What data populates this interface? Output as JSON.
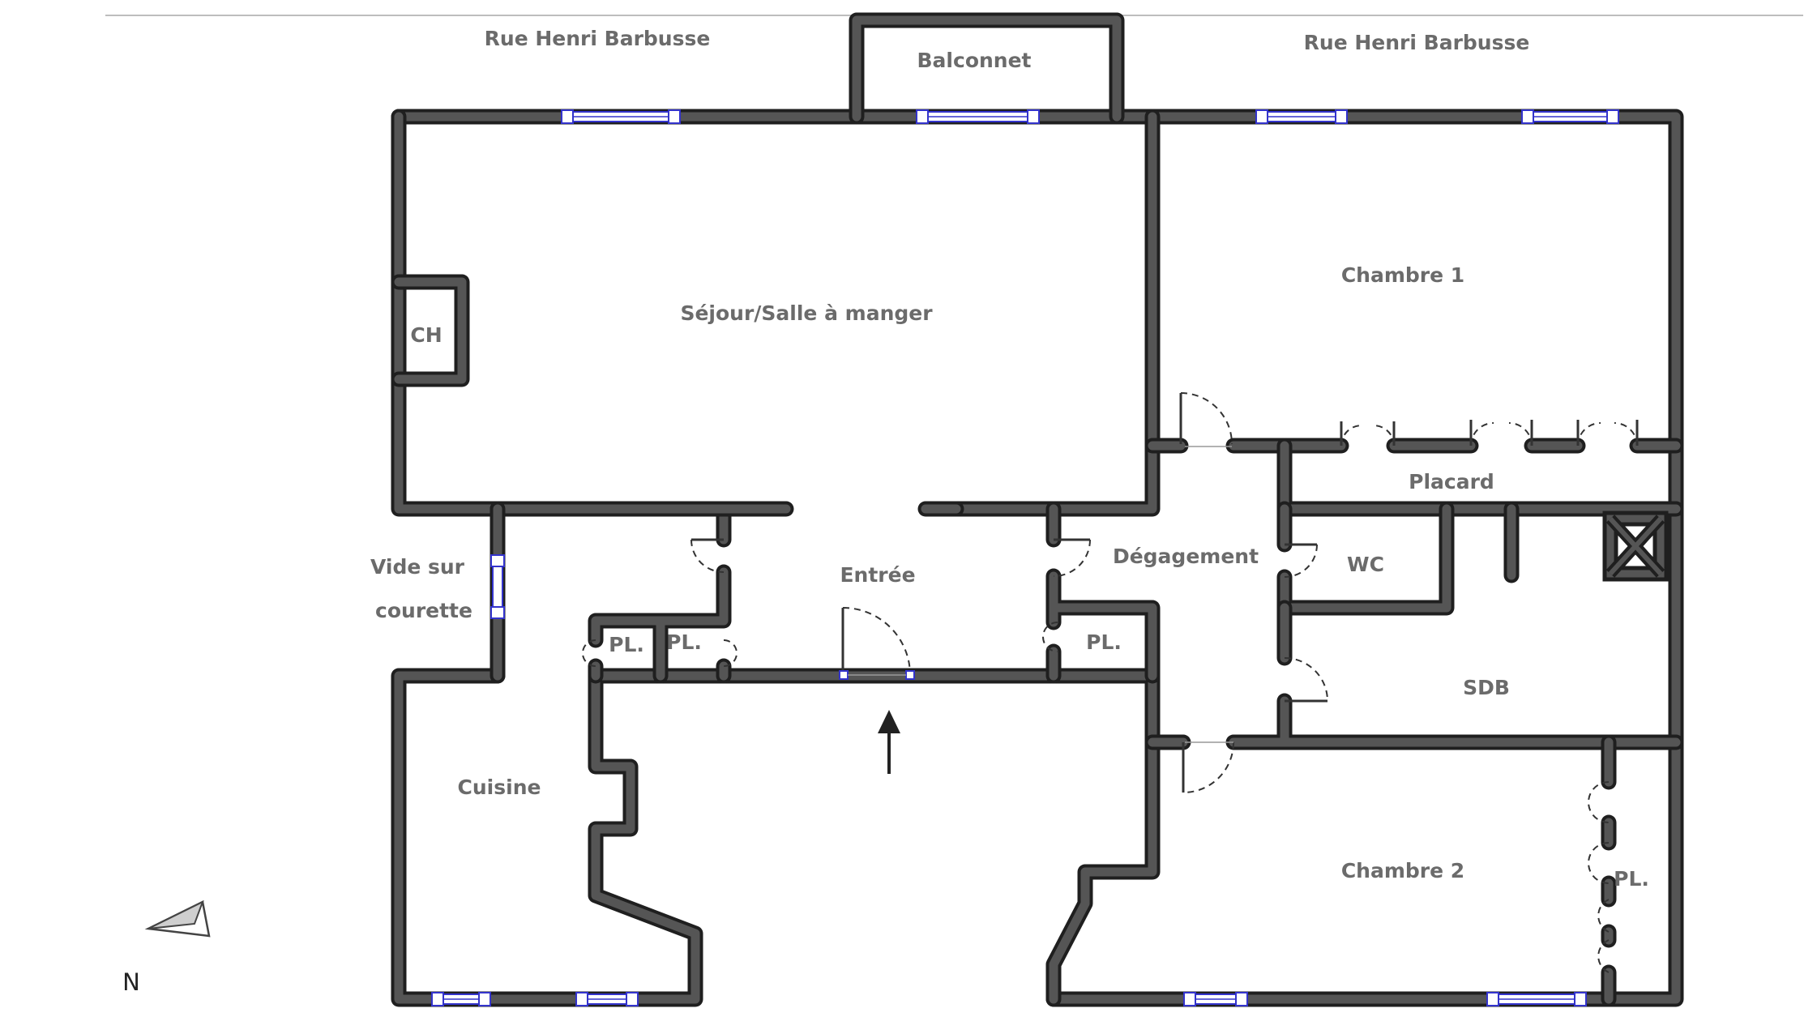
{
  "streets": {
    "left": "Rue Henri Barbusse",
    "right": "Rue Henri Barbusse"
  },
  "rooms": {
    "balconnet": "Balconnet",
    "sejour": "Séjour/Salle à manger",
    "chambre1": "Chambre 1",
    "ch": "CH",
    "placard": "Placard",
    "degagement": "Dégagement",
    "wc": "WC",
    "entree": "Entrée",
    "vide_line1": "Vide sur",
    "vide_line2": "courette",
    "pl1": "PL.",
    "pl2": "PL.",
    "pl3": "PL.",
    "sdb": "SDB",
    "cuisine": "Cuisine",
    "chambre2": "Chambre 2",
    "pl4": "PL."
  },
  "compass": {
    "label": "N"
  },
  "colors": {
    "wall_outer": "#1f1f1f",
    "wall_inner": "#555555",
    "label": "#6b6b6b",
    "window": "#3333cc"
  }
}
